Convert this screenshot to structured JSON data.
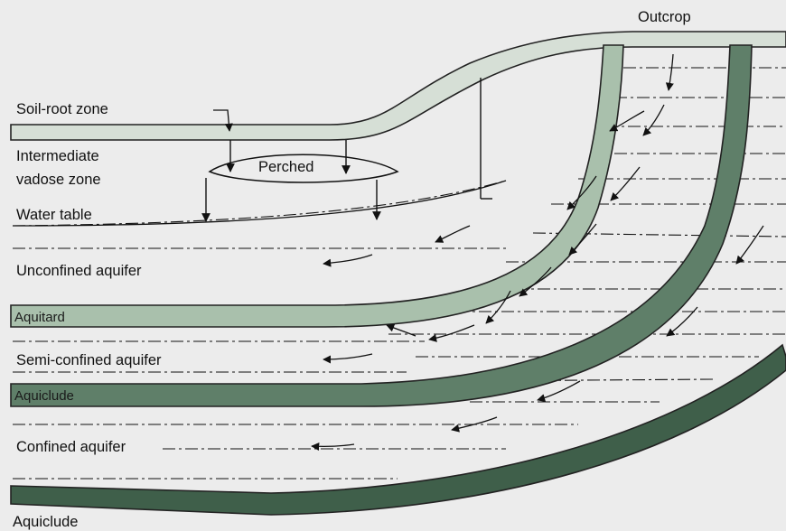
{
  "labels": {
    "outcrop": "Outcrop",
    "soil_root_zone": "Soil-root zone",
    "intermediate_vadose_line1": "Intermediate",
    "intermediate_vadose_line2": "vadose zone",
    "perched": "Perched",
    "water_table": "Water table",
    "unconfined_aquifer": "Unconfined aquifer",
    "aquitard": "Aquitard",
    "semi_confined_aquifer": "Semi-confined aquifer",
    "aquiclude_upper": "Aquiclude",
    "confined_aquifer": "Confined aquifer",
    "aquiclude_lower": "Aquiclude"
  },
  "colors": {
    "background": "#ececec",
    "soil_layer": "#d6dfd6",
    "aquitard_layer": "#a9c0ac",
    "aquiclude_upper_layer": "#5f7f69",
    "aquiclude_lower_layer": "#3f5f4a",
    "ink": "#111111"
  }
}
